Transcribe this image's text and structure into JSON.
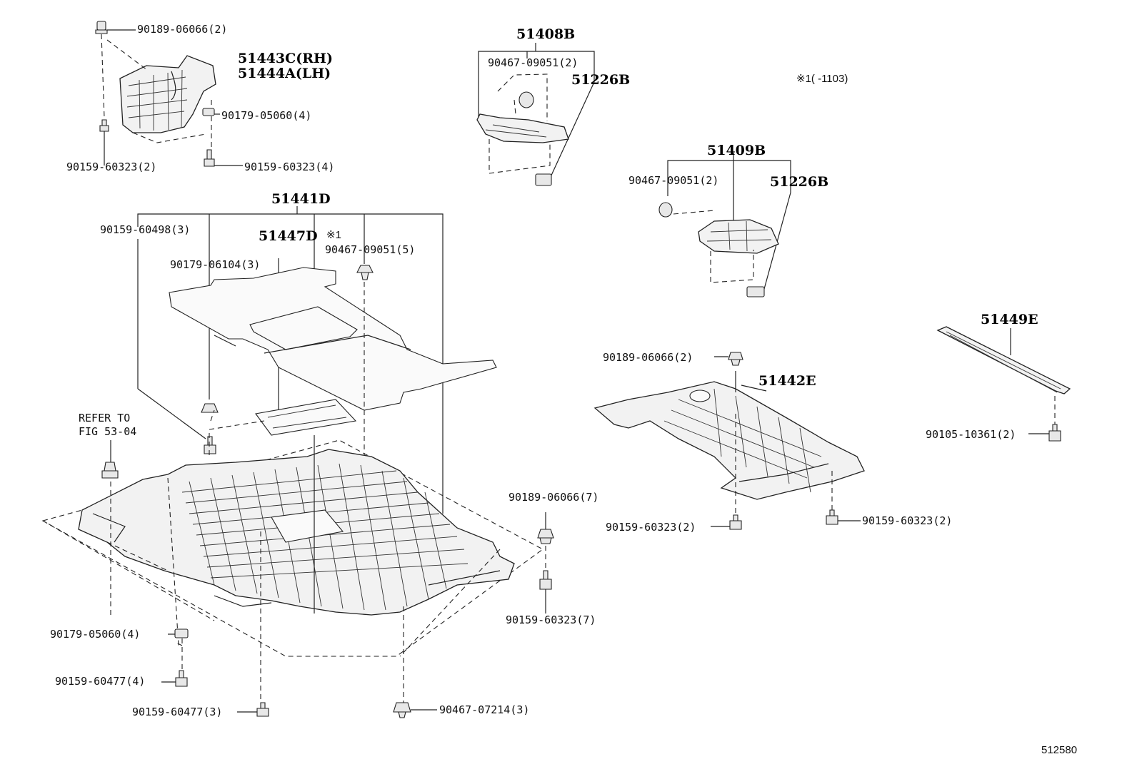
{
  "labels": {
    "p51443c": "51443C(RH)",
    "p51444a": "51444A(LH)",
    "bolt90189a": "90189-06066(2)",
    "nut90179a": "90179-05060(4)",
    "bolt90159a": "90159-60323(2)",
    "bolt90159b": "90159-60323(4)",
    "p51408b": "51408B",
    "clip90467a": "90467-09051(2)",
    "p51226b_a": "51226B",
    "note_mark": "※1(    -1103)",
    "p51409b": "51409B",
    "clip90467b": "90467-09051(2)",
    "p51226b_b": "51226B",
    "p51441d": "51441D",
    "bolt90159c": "90159-60498(3)",
    "p51447d": "51447D",
    "mark1": "※1",
    "clip90467c": "90467-09051(5)",
    "nut90179b": "90179-06104(3)",
    "p51449e": "51449E",
    "bolt90189b": "90189-06066(2)",
    "p51442e": "51442E",
    "refer_to": "REFER TO",
    "fig": "FIG 53-04",
    "bolt90189c": "90189-06066(7)",
    "bolt90105": "90105-10361(2)",
    "bolt90159d": "90159-60323(2)",
    "bolt90159e": "90159-60323(2)",
    "bolt90159f": "90159-60323(7)",
    "nut90179c": "90179-05060(4)",
    "bolt90159g": "90159-60477(4)",
    "bolt90159h": "90159-60477(3)",
    "clip90467d": "90467-07214(3)",
    "diagram_id": "512580"
  }
}
